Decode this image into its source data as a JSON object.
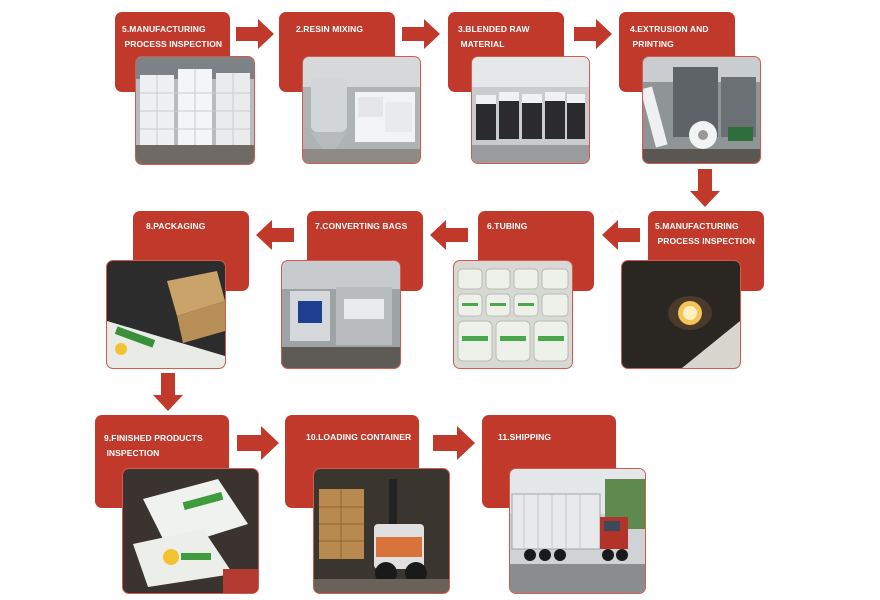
{
  "steps": [
    {
      "label": "5.MANUFACTURING\n PROCESS INSPECTION"
    },
    {
      "label": "2.RESIN MIXING"
    },
    {
      "label": "3.BLENDED RAW\n MATERIAL"
    },
    {
      "label": "4.EXTRUSION AND\n PRINTING"
    },
    {
      "label": "5.MANUFACTURING\n PROCESS INSPECTION"
    },
    {
      "label": "6.TUBING"
    },
    {
      "label": "7.CONVERTING BAGS"
    },
    {
      "label": "8.PACKAGING"
    },
    {
      "label": "9.FINISHED PRODUCTS\n INSPECTION"
    },
    {
      "label": "10.LOADING CONTAINER"
    },
    {
      "label": "11.SHIPPING"
    }
  ],
  "colors": {
    "card": "#c0392b",
    "arrow": "#c0392b",
    "background": "#ffffff"
  },
  "icons": {
    "arrow": "arrow-icon"
  }
}
